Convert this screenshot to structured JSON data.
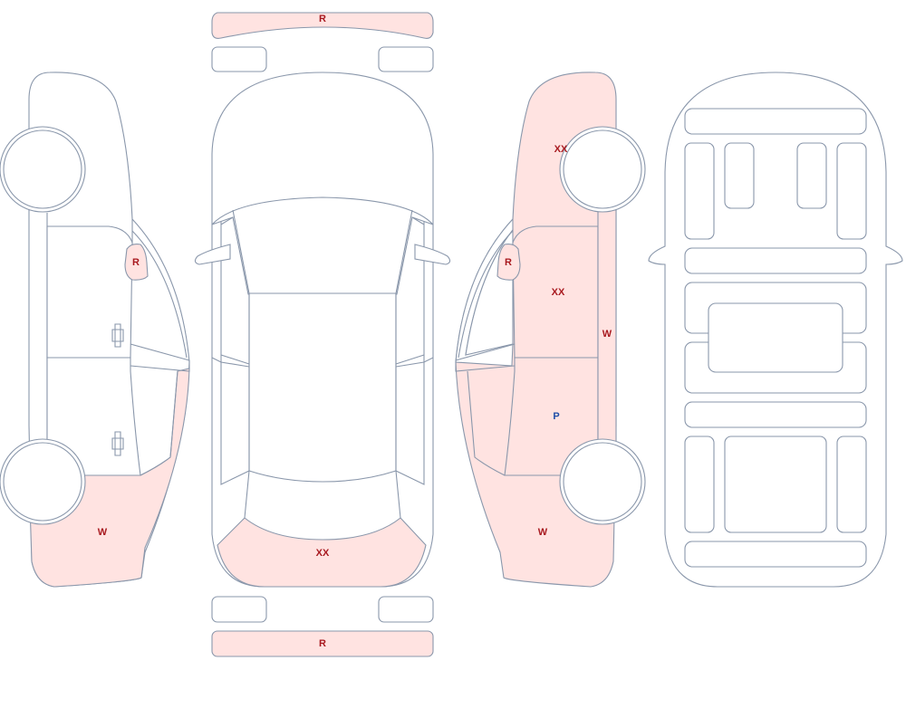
{
  "colors": {
    "damaged_fill": "#ffe3e1",
    "outline": "#8a97ab",
    "code_red": "#a8191f",
    "code_blue": "#1f4ea8"
  },
  "labels": {
    "front_bumper": "R",
    "left_mirror": "R",
    "left_rear_quarter": "W",
    "rear_window_area": "XX",
    "rear_bumper": "R",
    "right_front_fender": "XX",
    "right_mirror": "R",
    "right_front_door": "XX",
    "right_sill": "W",
    "right_rear_door": "P",
    "right_rear_quarter": "W"
  }
}
